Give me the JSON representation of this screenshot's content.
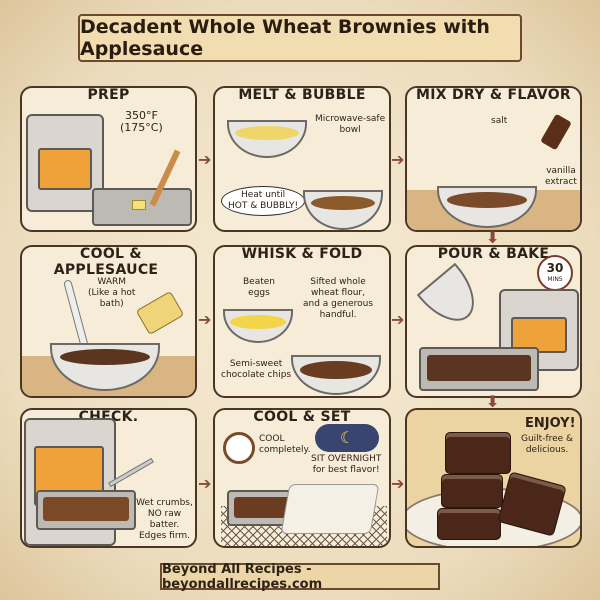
{
  "title": "Decadent Whole Wheat Brownies with Applesauce",
  "steps": [
    {
      "title": "PREP",
      "notes": [
        "350°F\n(175°C)"
      ]
    },
    {
      "title": "MELT & BUBBLE",
      "notes": [
        "Microwave-safe\nbowl",
        "Heat until\nHOT & BUBBLY!"
      ]
    },
    {
      "title": "MIX DRY & FLAVOR",
      "notes": [
        "salt",
        "vanilla\nextract"
      ]
    },
    {
      "title": "COOL & APPLESAUCE",
      "notes": [
        "WARM\n(Like a hot\nbath)"
      ]
    },
    {
      "title": "WHISK & FOLD",
      "notes": [
        "Beaten\neggs",
        "Sifted whole\nwheat flour,\nand a generous\nhandful.",
        "Semi-sweet\nchocolate chips"
      ]
    },
    {
      "title": "POUR & BAKE",
      "notes": [
        "30",
        "MINS"
      ]
    },
    {
      "title": "CHECK.",
      "notes": [
        "Wet crumbs,\nNO raw batter.\nEdges firm."
      ]
    },
    {
      "title": "COOL & SET",
      "notes": [
        "COOL\ncompletely.",
        "SIT OVERNIGHT\nfor best flavor!"
      ]
    },
    {
      "title": "ENJOY!",
      "notes": [
        "Guilt-free &\ndelicious."
      ]
    }
  ],
  "footer": "Beyond All Recipes - beyondallrecipes.com",
  "colors": {
    "accent": "#8a4a35",
    "paper": "#f6ecd8",
    "batter": "#5c3520"
  }
}
